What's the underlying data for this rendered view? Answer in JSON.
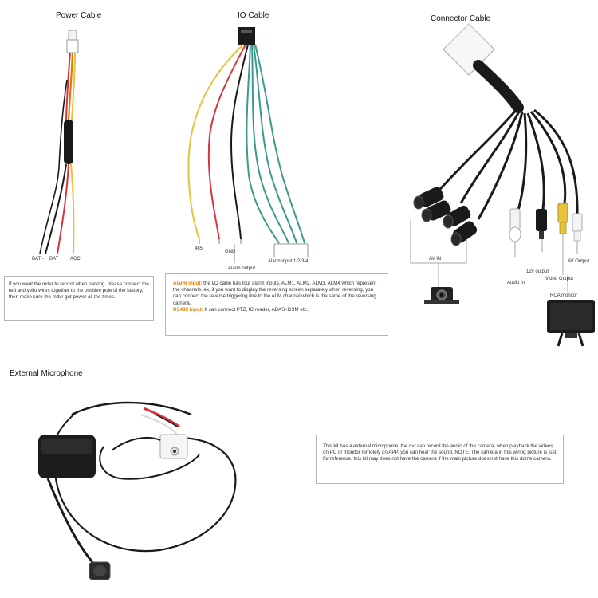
{
  "power": {
    "title": "Power Cable",
    "labels": {
      "bat_neg": "BAT -",
      "bat_pos": "BAT +",
      "acc": "ACC"
    },
    "note": "If you want the mdvr to record when parking, please connect the red and yello wires together to the positive pole of the battery, then make sure the mdvr get power all the times."
  },
  "io": {
    "title": "IO Cable",
    "labels": {
      "l485": "485",
      "gnd": "GND",
      "alarm_out": "Alarm output",
      "alarm_in": "Alarm input 1/2/3/4"
    },
    "note": {
      "alarm_heading": "Alarm input:",
      "alarm_text": " the I/O cable has four alarm inputs, ALM1, ALM2, ALM3, ALM4 which represent the channels. ex, if you want to display the reversing screen separately when reversing, you can connect the reverse triggering line to the ALM channel which is the same of the reversing camera.",
      "rs485_heading": "RS485 input:",
      "rs485_text": " It can connect PTZ, IC reader, ADAS+DSM etc."
    }
  },
  "connector": {
    "title": "Connector Cable",
    "labels": {
      "av_in": "AV IN",
      "v12": "12v output",
      "audio_in": "Audio In",
      "av_output": "AV Output",
      "video_output": "Video Output",
      "rca_monitor": "RCA monitor"
    }
  },
  "mic": {
    "title": "External Microphone",
    "note": "This kit has a external microphone, the dvr can record the audio of the camera, when playback the videos on PC or monitor remotely on APP, you can hear the sound. NOTE: The camera in this wiring picture is just for reference. this kit may does not have the camera if the main picture does not have this dome camera."
  },
  "colors": {
    "black": "#1a1a1a",
    "red": "#d8343f",
    "yellow": "#e8c23a",
    "green": "#3b9a8a",
    "orange": "#e07b00"
  }
}
